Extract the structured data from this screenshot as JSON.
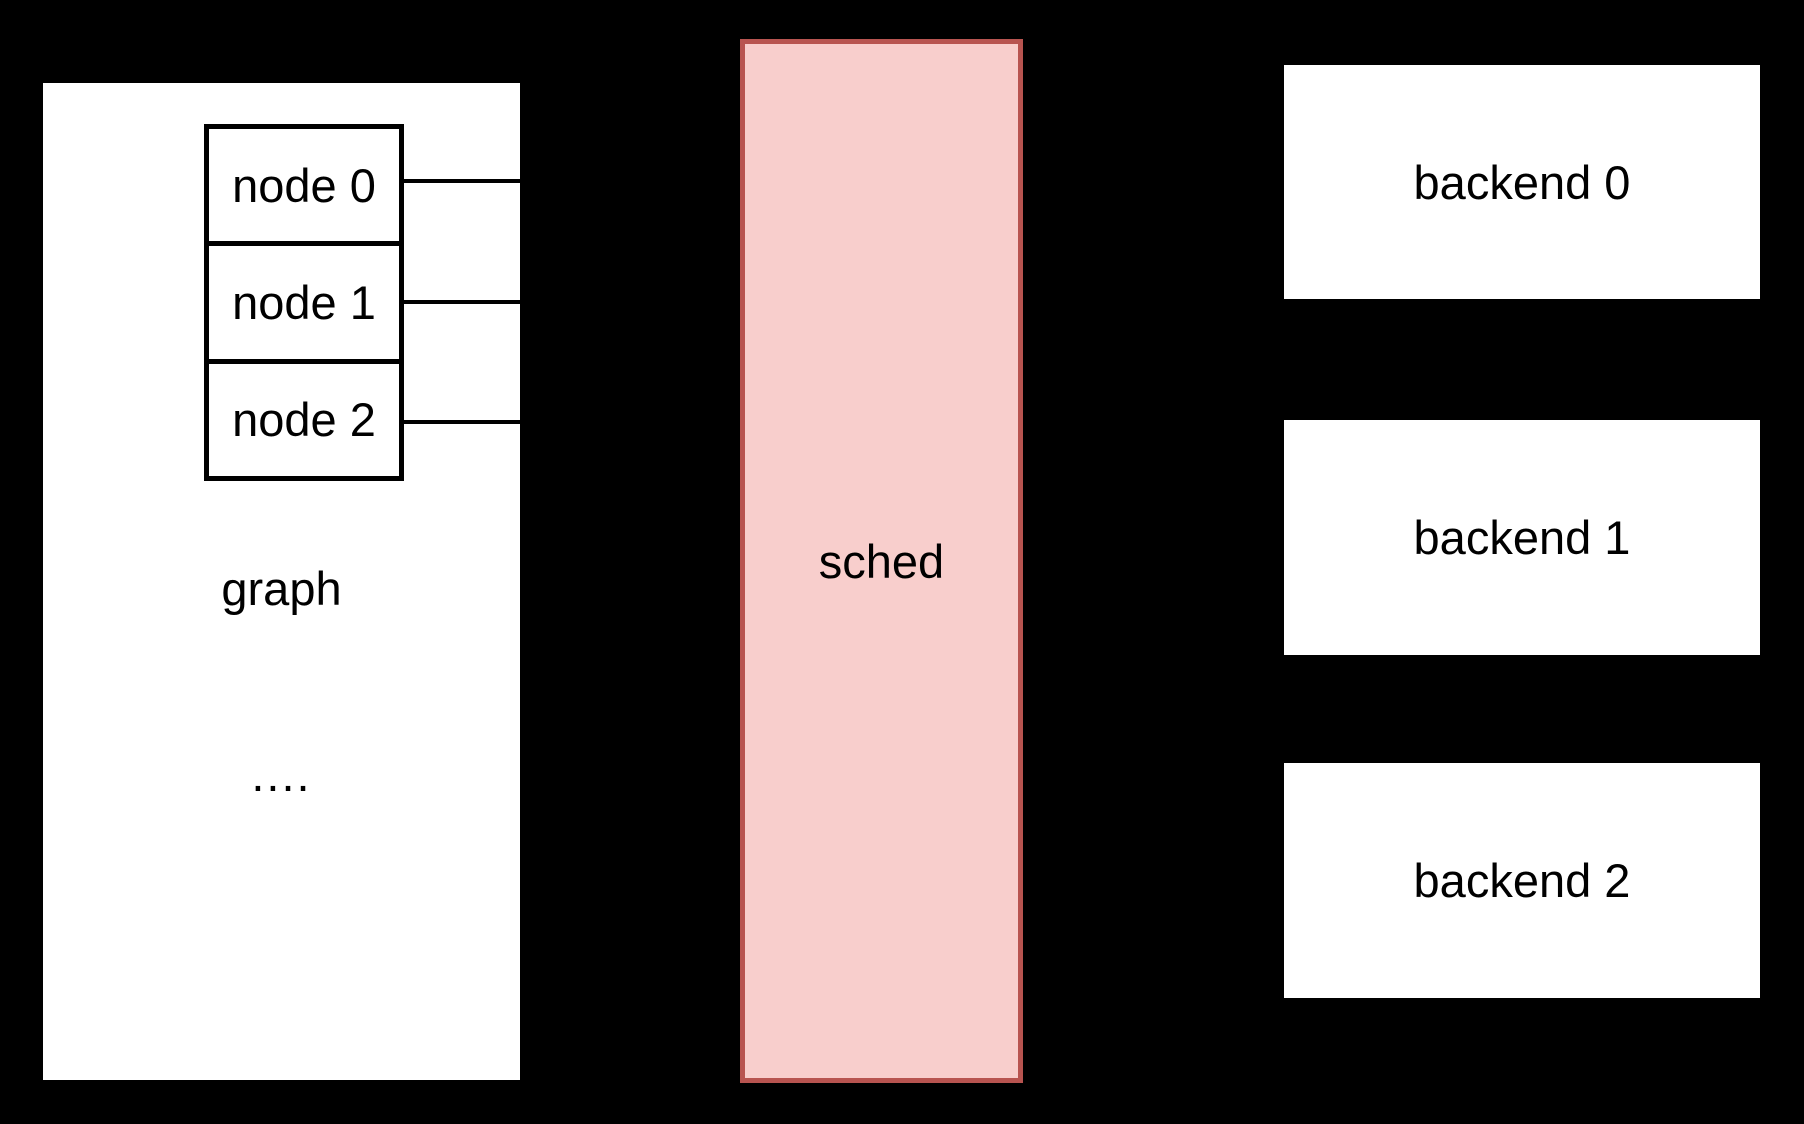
{
  "colors": {
    "background": "#000000",
    "panel-fill": "#ffffff",
    "line": "#000000",
    "text": "#000000",
    "sched-fill": "#f8cecc",
    "sched-stroke": "#b85450"
  },
  "graph": {
    "label": "graph",
    "ellipsis": "....",
    "nodes": [
      {
        "label": "node 0"
      },
      {
        "label": "node 1"
      },
      {
        "label": "node 2"
      }
    ]
  },
  "scheduler": {
    "label": "sched"
  },
  "backends": [
    {
      "label": "backend 0"
    },
    {
      "label": "backend 1"
    },
    {
      "label": "backend 2"
    }
  ]
}
